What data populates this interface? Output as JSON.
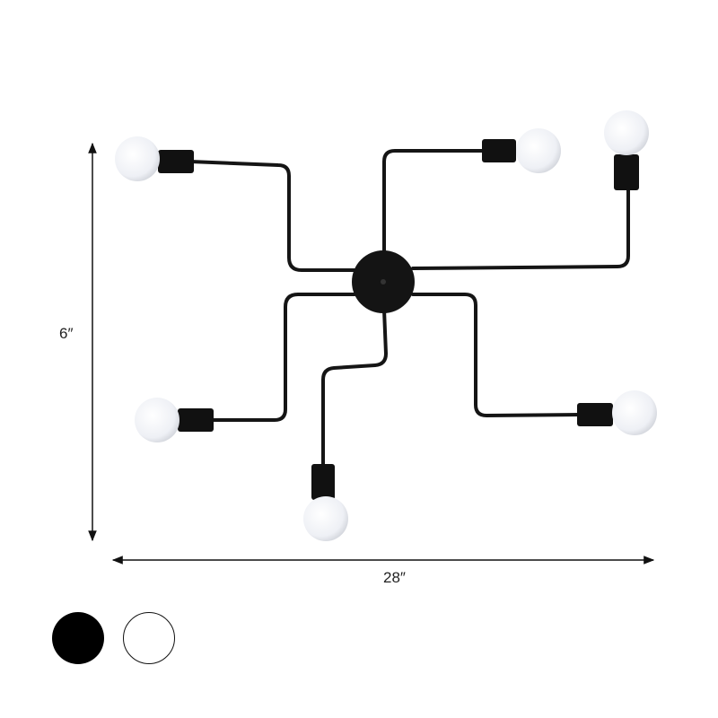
{
  "product": {
    "dimensions": {
      "height_label": "6″",
      "width_label": "28″"
    },
    "arm_count": 6,
    "finish_color": "#111111",
    "bulb_color": "#f4f6fa"
  },
  "color_options": [
    {
      "name": "black",
      "color": "#000000",
      "selected": true
    },
    {
      "name": "white",
      "color": "#ffffff",
      "selected": false
    }
  ]
}
